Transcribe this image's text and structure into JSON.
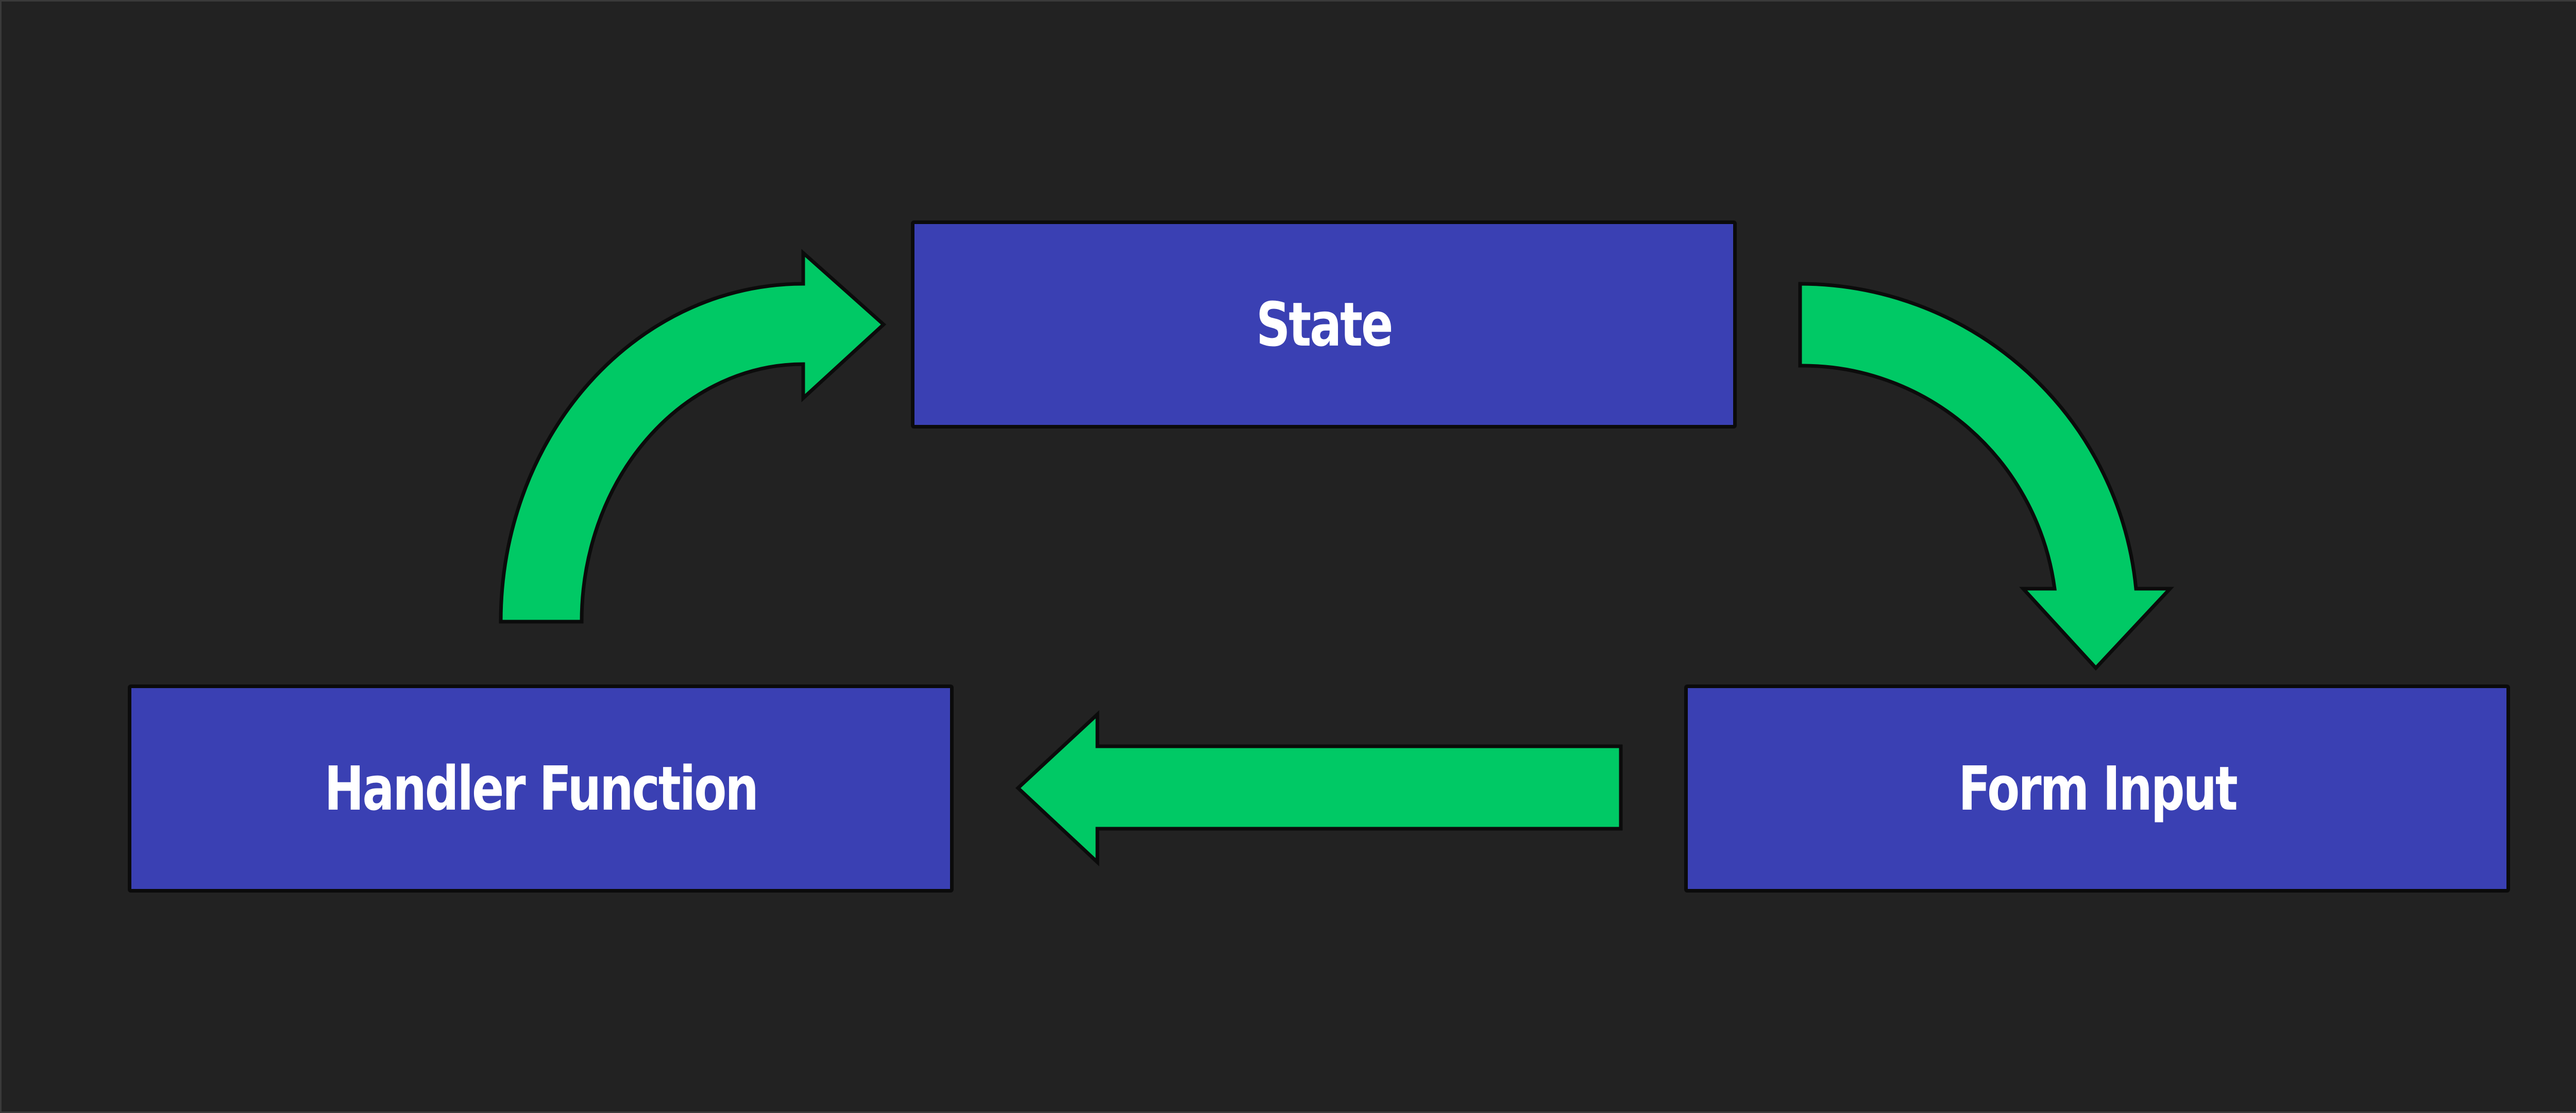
{
  "colors": {
    "background": "#222222",
    "node_fill": "#3a40b3",
    "arrow_fill": "#00c965",
    "outline": "#0b0b0b",
    "text": "#ffffff"
  },
  "nodes": {
    "state": {
      "label": "State"
    },
    "handler": {
      "label": "Handler Function"
    },
    "input": {
      "label": "Form Input"
    }
  }
}
